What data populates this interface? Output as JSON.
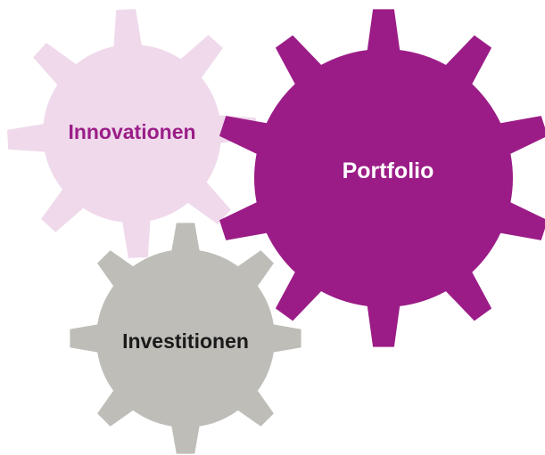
{
  "gears": [
    {
      "id": "innovationen",
      "label": "Innovationen",
      "fill": "#EFD9EB",
      "text_color": "#9B1E88"
    },
    {
      "id": "portfolio",
      "label": "Portfolio",
      "fill": "#9B1C87",
      "text_color": "#FFFFFF"
    },
    {
      "id": "investitionen",
      "label": "Investitionen",
      "fill": "#BFBDB8",
      "text_color": "#1A1A1A"
    }
  ]
}
